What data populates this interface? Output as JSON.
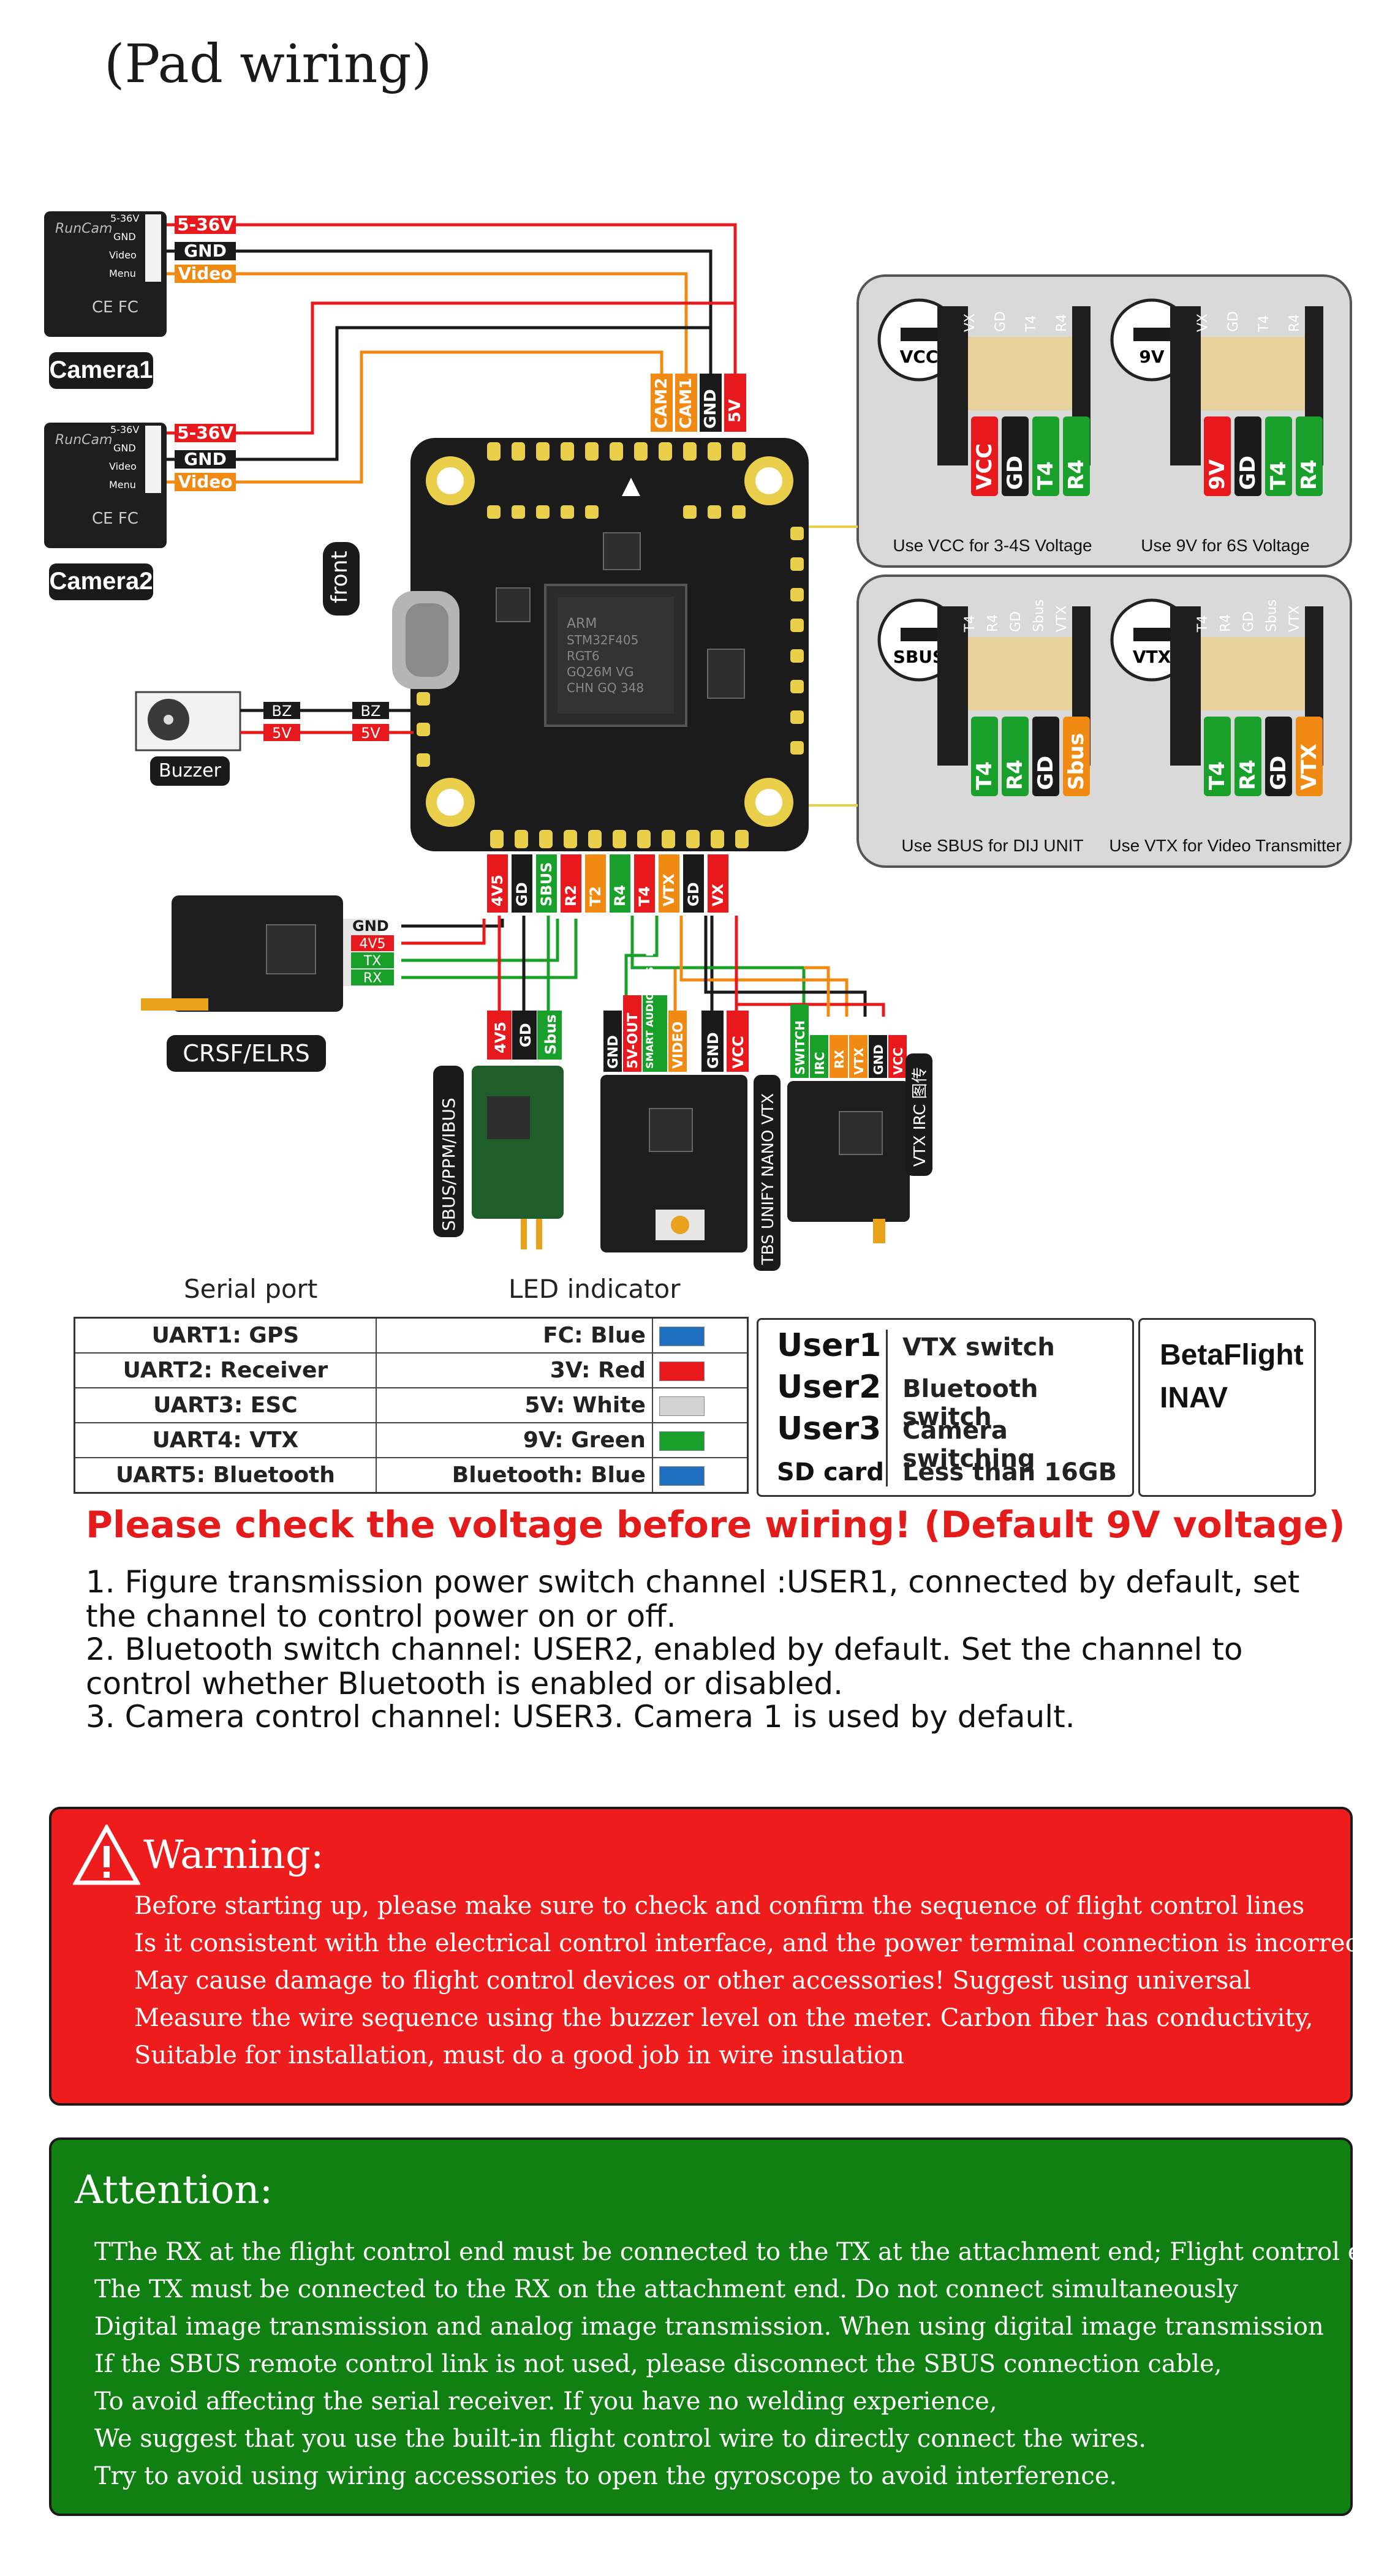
{
  "title": "(Pad wiring)",
  "camera": {
    "brand": "RunCam",
    "pins": [
      "5-36V",
      "GND",
      "Video",
      "Menu"
    ],
    "labels": [
      "Camera1",
      "Camera2"
    ]
  },
  "wire_labels": {
    "cam_power": "5-36V",
    "cam_gnd": "GND",
    "cam_video": "Video",
    "fc_top": [
      "CAM2",
      "CAM1",
      "GND",
      "5V"
    ],
    "buzzer": [
      "BZ",
      "BZ",
      "5V",
      "5V"
    ],
    "fc_bottom": [
      "4V5",
      "GD",
      "SBUS",
      "R2",
      "T2",
      "R4",
      "T4",
      "VTX",
      "GD",
      "VX"
    ],
    "rx_wires": [
      "GND",
      "4V5",
      "TX",
      "RX"
    ],
    "sbus_pins": [
      "4V5",
      "GD",
      "Sbus"
    ],
    "tbs_pins": [
      "GND",
      "5V-OUT",
      "SMART AUDIO CRSF RX",
      "VIDEO",
      "GND",
      "VCC"
    ],
    "irc_pins": [
      "SWITCH",
      "IRC",
      "RX",
      "VTX",
      "GND",
      "VCC"
    ]
  },
  "components": {
    "front": "front",
    "buzzer": "Buzzer",
    "crsf": "CRSF/ELRS",
    "sbus_rx": "SBUS/PPM/IBUS",
    "tbs": "TBS UNIFY NANO VTX",
    "irc": "VTX IRC 图传",
    "chip": [
      "ARM",
      "STM32F405",
      "RGT6",
      "GQ26M VG",
      "CHN GQ 348"
    ]
  },
  "option_panels": [
    {
      "badge": "VCC",
      "pins": [
        "VCC",
        "GD",
        "T4",
        "R4"
      ],
      "top_pins": [
        "VX",
        "GD",
        "T4",
        "R4"
      ],
      "caption": "Use VCC for 3-4S Voltage"
    },
    {
      "badge": "9V",
      "pins": [
        "9V",
        "GD",
        "T4",
        "R4"
      ],
      "top_pins": [
        "VX",
        "GD",
        "T4",
        "R4"
      ],
      "caption": "Use 9V for 6S Voltage"
    },
    {
      "badge": "SBUS",
      "pins": [
        "T4",
        "R4",
        "GD",
        "Sbus"
      ],
      "top_pins": [
        "T4",
        "R4",
        "GD",
        "Sbus",
        "VTX"
      ],
      "caption": "Use SBUS for DIJ UNIT"
    },
    {
      "badge": "VTX",
      "pins": [
        "T4",
        "R4",
        "GD",
        "VTX"
      ],
      "top_pins": [
        "T4",
        "R4",
        "GD",
        "Sbus",
        "VTX"
      ],
      "caption": "Use VTX for Video Transmitter"
    }
  ],
  "serial_header": "Serial port",
  "led_header": "LED indicator",
  "serial_rows": [
    {
      "port": "UART1:  GPS",
      "led": "FC:  Blue",
      "color": "#1f6fc1"
    },
    {
      "port": "UART2:  Receiver",
      "led": "3V:  Red",
      "color": "#e8191c"
    },
    {
      "port": "UART3:  ESC",
      "led": "5V:  White",
      "color": "#d3d3d3"
    },
    {
      "port": "UART4:  VTX",
      "led": "9V:  Green",
      "color": "#19a02a"
    },
    {
      "port": "UART5:  Bluetooth",
      "led": "Bluetooth:  Blue",
      "color": "#1f6fc1"
    }
  ],
  "user_rows": [
    {
      "key": "User1",
      "value": "VTX switch"
    },
    {
      "key": "User2",
      "value": "Bluetooth switch"
    },
    {
      "key": "User3",
      "value": "Camera switching"
    },
    {
      "key": "SD card",
      "value": "Less than 16GB"
    }
  ],
  "firmware": [
    "BetaFlight",
    "INAV"
  ],
  "check_line": "Please check the voltage before wiring! (Default 9V voltage)",
  "notes": [
    "1. Figure transmission power switch channel :USER1, connected by default, set the channel to control power on or off.",
    "2. Bluetooth switch channel: USER2, enabled by default. Set the channel to control whether Bluetooth is enabled or disabled.",
    "3. Camera control channel: USER3. Camera 1 is used by default."
  ],
  "warning": {
    "title": "Warning:",
    "lines": [
      "Before starting up, please make sure to check and confirm the sequence of flight control lines",
      "Is it consistent with the electrical control interface, and the power terminal connection is incorrect",
      "May cause damage to flight control devices or other accessories! Suggest using universal",
      "Measure the wire sequence using the buzzer level on the meter. Carbon fiber has conductivity,",
      "Suitable for installation, must do a good job in wire insulation"
    ]
  },
  "attention": {
    "title": "Attention:",
    "lines": [
      "TThe RX at the flight control end must be connected to the TX at the attachment end; Flight control end",
      "The TX must be connected to the RX on the attachment end. Do not connect simultaneously",
      "Digital image transmission and analog image transmission. When using digital image transmission",
      "If the SBUS remote control link is not used, please disconnect the SBUS connection cable,",
      "To avoid affecting the serial receiver. If you have no welding experience,",
      "We suggest that you use the built-in flight control wire to directly connect the wires.",
      "Try to avoid using wiring accessories to open the gyroscope to avoid interference."
    ]
  },
  "colors": {
    "red": "#e8191c",
    "black": "#1a1a1a",
    "orange": "#f08a12",
    "green": "#19a02a",
    "gray_panel": "#d9d9d9",
    "warning_bg": "#ee1c1c",
    "attention_bg": "#118012"
  }
}
